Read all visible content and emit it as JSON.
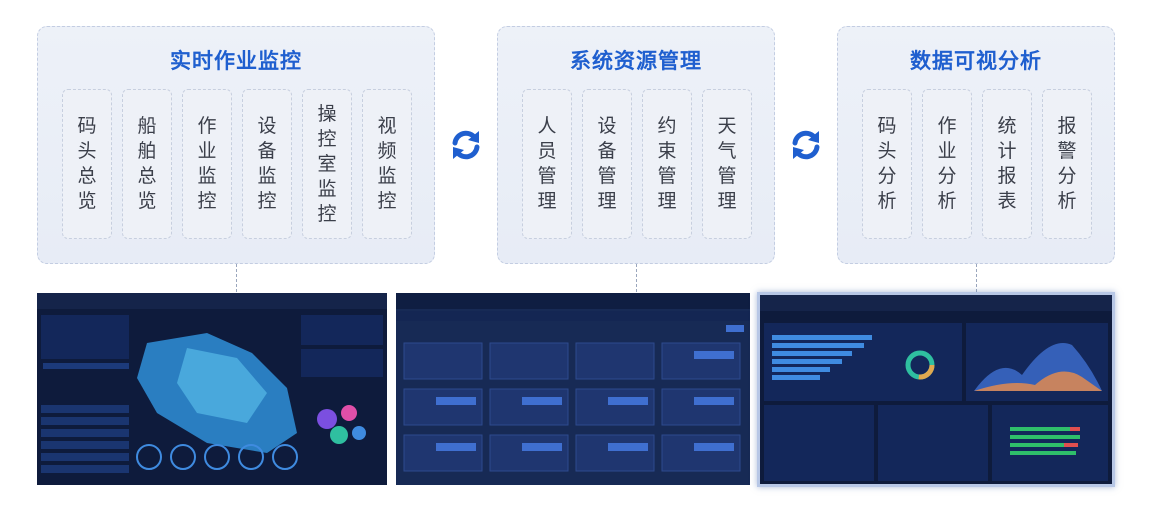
{
  "groups": [
    {
      "title": "实时作业监控",
      "modules": [
        "码头总览",
        "船舶总览",
        "作业监控",
        "设备监控",
        "操控室监控",
        "视频监控"
      ]
    },
    {
      "title": "系统资源管理",
      "modules": [
        "人员管理",
        "设备管理",
        "约束管理",
        "天气管理"
      ]
    },
    {
      "title": "数据可视分析",
      "modules": [
        "码头分析",
        "作业分析",
        "统计报表",
        "报警分析"
      ]
    }
  ],
  "colors": {
    "title": "#1f5fcf",
    "sync_icon": "#1f5fcf",
    "panel_bg": "#edf1f8",
    "screen_bg": "#0e1b3c"
  },
  "icons": {
    "between_groups": "sync-icon"
  }
}
